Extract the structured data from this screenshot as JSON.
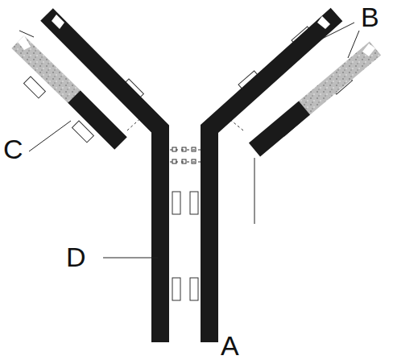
{
  "diagram": {
    "labels": [
      "B",
      "C",
      "D",
      "A"
    ]
  }
}
